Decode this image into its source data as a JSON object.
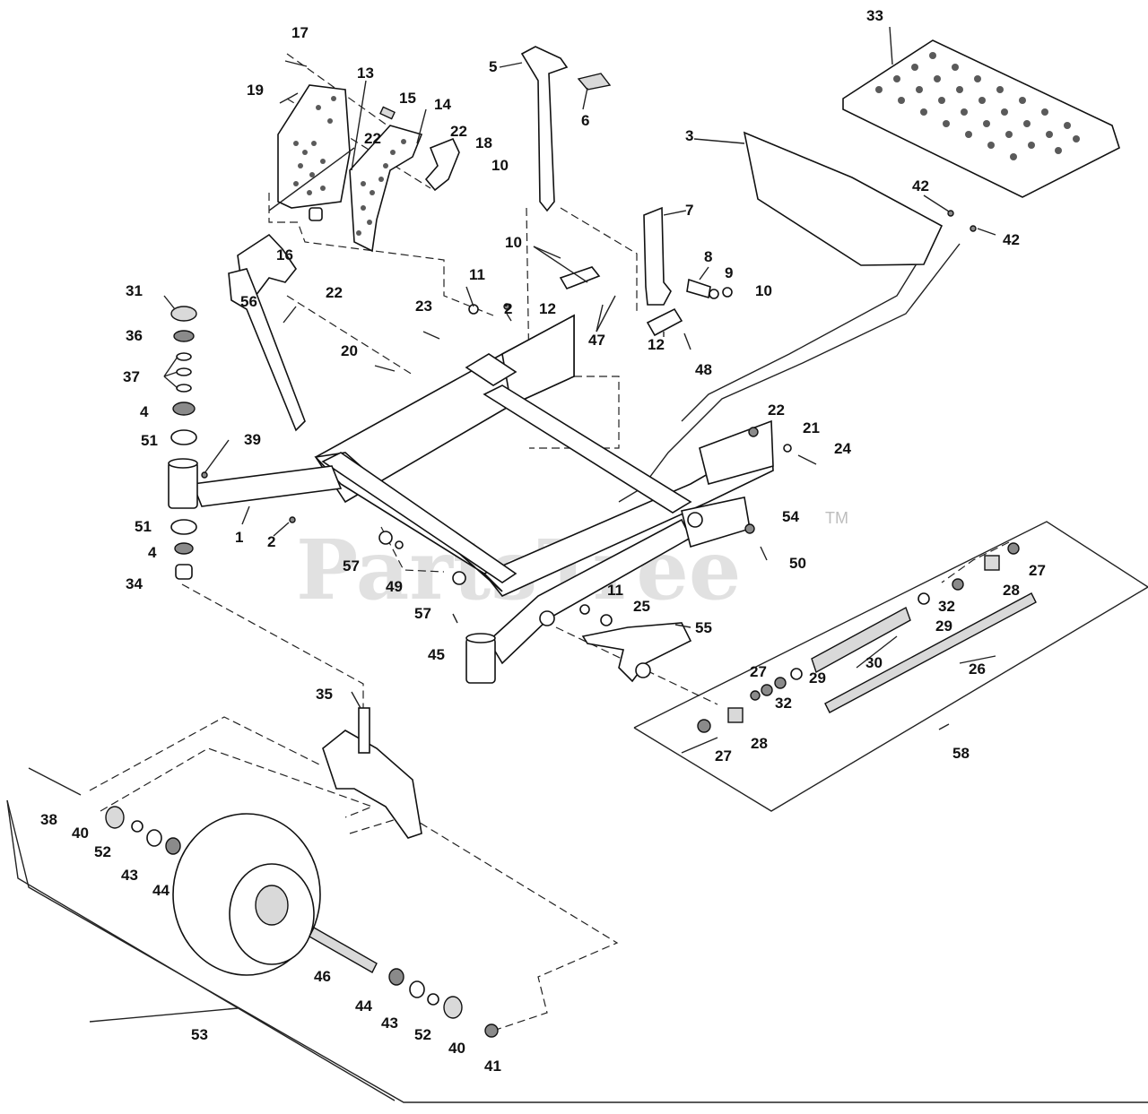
{
  "watermark": {
    "text": "PartsTree",
    "tm": "TM"
  },
  "callouts": [
    "1",
    "2",
    "2",
    "3",
    "4",
    "4",
    "5",
    "6",
    "7",
    "8",
    "9",
    "10",
    "10",
    "10",
    "11",
    "11",
    "12",
    "12",
    "13",
    "14",
    "15",
    "16",
    "17",
    "18",
    "19",
    "20",
    "21",
    "22",
    "22",
    "22",
    "22",
    "23",
    "24",
    "25",
    "26",
    "27",
    "27",
    "27",
    "28",
    "28",
    "29",
    "29",
    "30",
    "31",
    "32",
    "32",
    "33",
    "34",
    "35",
    "36",
    "37",
    "38",
    "39",
    "40",
    "40",
    "41",
    "42",
    "42",
    "43",
    "43",
    "44",
    "44",
    "45",
    "46",
    "47",
    "48",
    "49",
    "50",
    "51",
    "51",
    "52",
    "52",
    "53",
    "54",
    "55",
    "56",
    "57",
    "57",
    "58"
  ]
}
